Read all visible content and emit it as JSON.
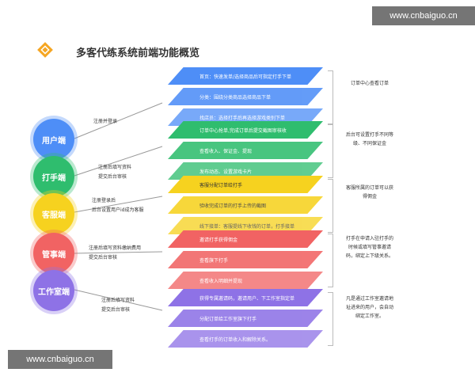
{
  "watermark": "www.cnbaiguo.cn",
  "title": "多客代练系统前端功能概览",
  "colors": {
    "blue": "#4e8ef7",
    "green": "#2fbd6e",
    "yellow": "#f6d21f",
    "red": "#f16363",
    "purple": "#8e72e6"
  },
  "groups": [
    {
      "role": "用户端",
      "connector": [
        "注册并登录"
      ],
      "bars": [
        "首页：快速发单/选择商品后可指定打手下单",
        "分类：围绕分类商品选择商品下单",
        "找店员：选择打手后再选择游戏类别下单"
      ],
      "note": "订单中心查看订单"
    },
    {
      "role": "打手端",
      "connector": [
        "注册后填写资料",
        "提交后台审核"
      ],
      "bars": [
        "订单中心抢单,完成订单后提交截图审核收",
        "查看收入、保证金、提现",
        "发布动态、设置游戏卡片"
      ],
      "note": "后台可设置打手不同等级、不同保证金"
    },
    {
      "role": "客服端",
      "connector": [
        "注册登录后",
        "后台设置用户id成为客服"
      ],
      "bars": [
        "客服分配订单给打手",
        "验收完成订单的打手上传的截图",
        "线下接单：客服提线下收钱的订单，打手接单"
      ],
      "note": "客服所属的订单可以获得佣金"
    },
    {
      "role": "管事端",
      "connector": [
        "注册后填写资料缴纳费用",
        "提交后台审核"
      ],
      "bars": [
        "邀请打手获得佣金",
        "查看旗下打手",
        "查看收入明细并提现"
      ],
      "note": "打手在申请入驻打手的时候或填写管事邀请码，绑定上下级关系。"
    },
    {
      "role": "工作室端",
      "connector": [
        "注册后填写资料",
        "提交后台审核"
      ],
      "bars": [
        "获得专属邀请码，邀请用户、下工作室指定单",
        "分配订单给工作室旗下打手",
        "查看打手的订单收入和解除关系。"
      ],
      "note": "凡是通过工作室邀请地址进来的用户，会自动绑定工作室。"
    }
  ]
}
